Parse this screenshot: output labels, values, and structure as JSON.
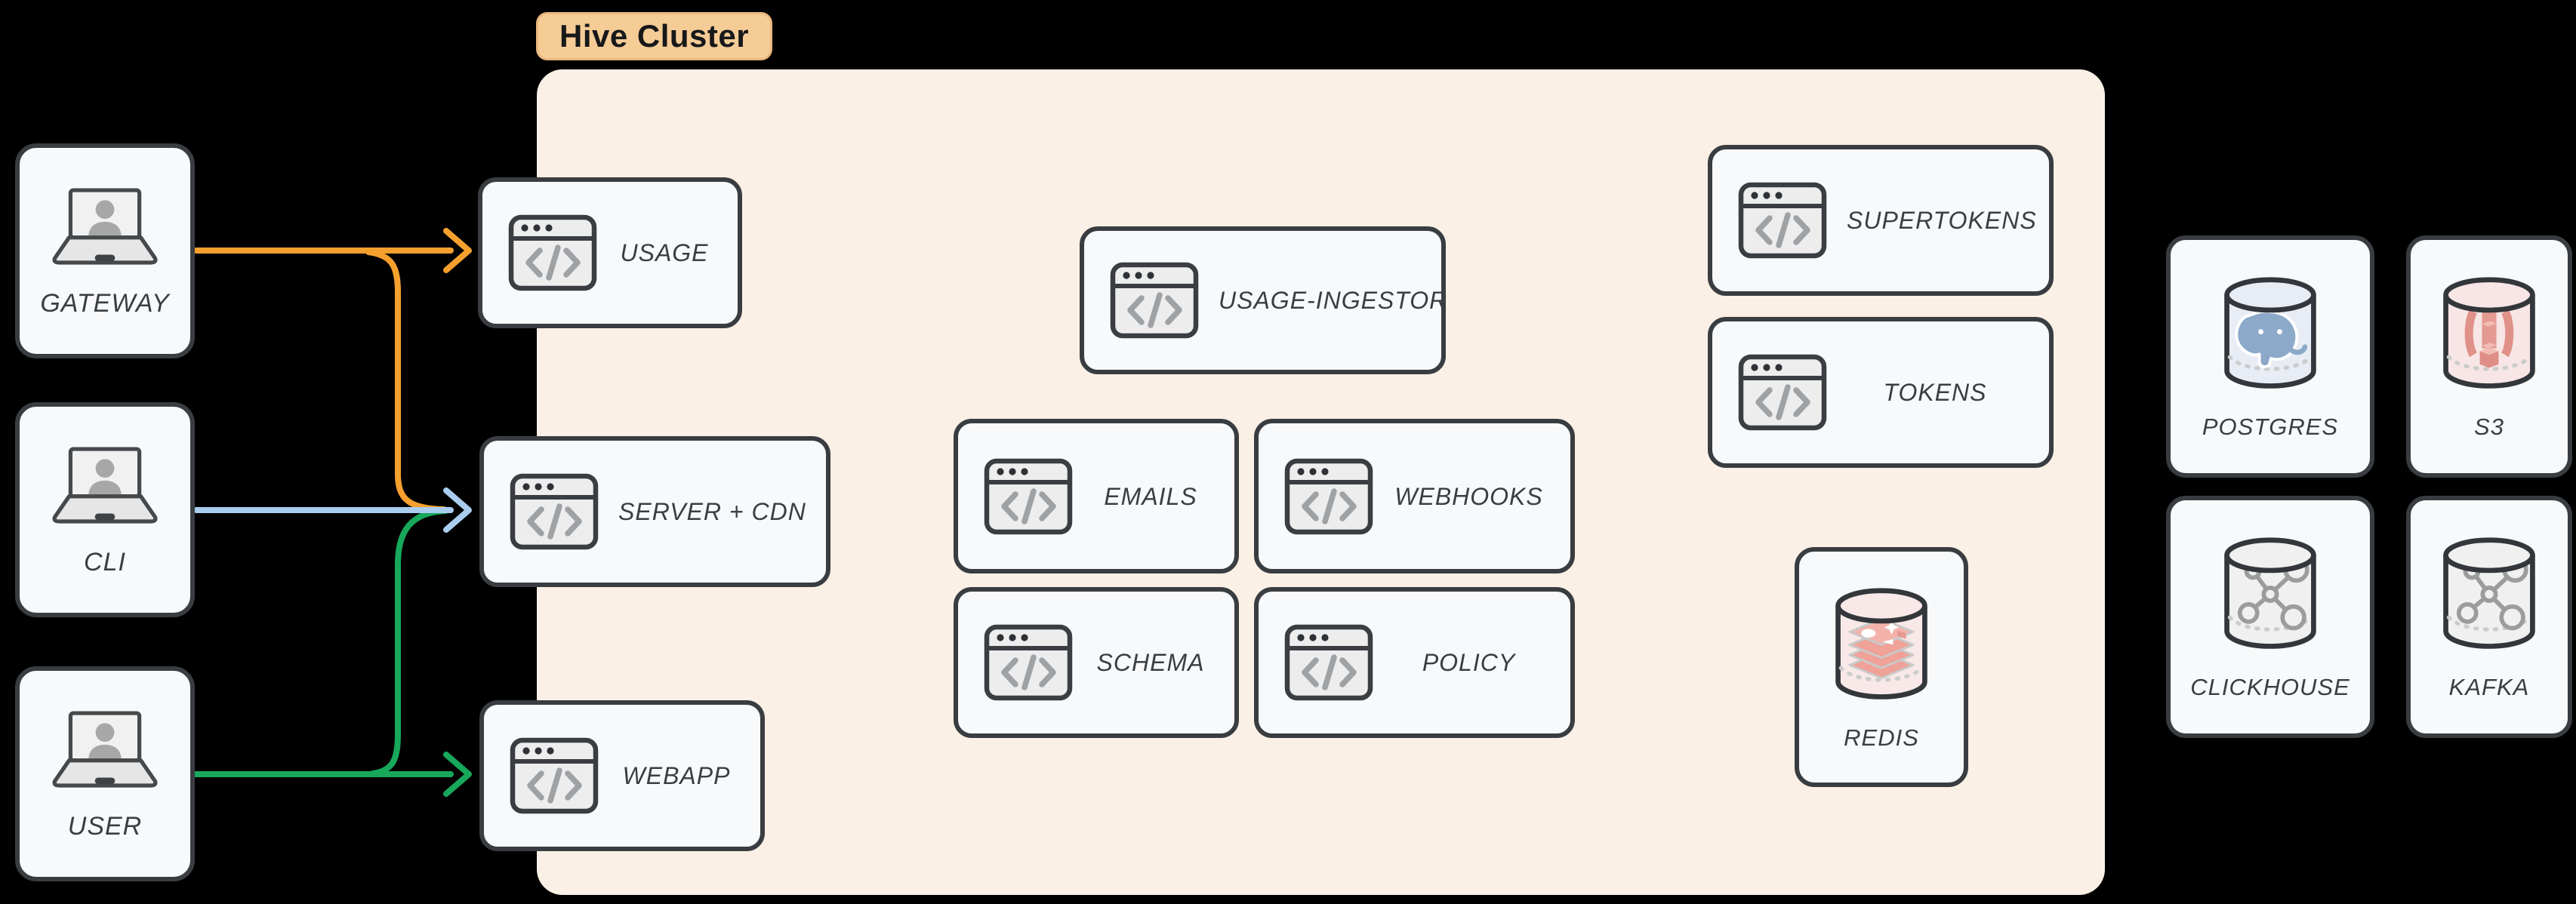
{
  "colors": {
    "edge_orange": "#F5A02E",
    "edge_blue": "#AACDEF",
    "edge_green": "#17A85B",
    "cluster_bg": "#FBF0E5",
    "badge_bg": "#F6CC96",
    "badge_border": "#EBB87E",
    "node_bg": "#F8F9FA",
    "node_border": "#393D41",
    "label_text": "#3A3E42",
    "icon_gray": "#9FA2A5",
    "postgres_blue": "#8CA9C9",
    "s3_red": "#E09188",
    "redis_pink": "#F0A198"
  },
  "cluster": {
    "badge_label": "Hive Cluster"
  },
  "nodes": [
    {
      "id": "gateway",
      "label": "GATEWAY",
      "icon": "laptop-user-icon",
      "group": "external-left"
    },
    {
      "id": "cli",
      "label": "CLI",
      "icon": "laptop-user-icon",
      "group": "external-left"
    },
    {
      "id": "user",
      "label": "USER",
      "icon": "laptop-user-icon",
      "group": "external-left"
    },
    {
      "id": "usage",
      "label": "USAGE",
      "icon": "code-window-icon",
      "group": "hive-cluster"
    },
    {
      "id": "server-cdn",
      "label": "SERVER + CDN",
      "icon": "code-window-icon",
      "group": "hive-cluster"
    },
    {
      "id": "webapp",
      "label": "WEBAPP",
      "icon": "code-window-icon",
      "group": "hive-cluster"
    },
    {
      "id": "usage-ingestor",
      "label": "USAGE-INGESTOR",
      "icon": "code-window-icon",
      "group": "hive-cluster"
    },
    {
      "id": "emails",
      "label": "EMAILS",
      "icon": "code-window-icon",
      "group": "hive-cluster"
    },
    {
      "id": "webhooks",
      "label": "WEBHOOKS",
      "icon": "code-window-icon",
      "group": "hive-cluster"
    },
    {
      "id": "schema",
      "label": "SCHEMA",
      "icon": "code-window-icon",
      "group": "hive-cluster"
    },
    {
      "id": "policy",
      "label": "POLICY",
      "icon": "code-window-icon",
      "group": "hive-cluster"
    },
    {
      "id": "supertokens",
      "label": "SUPERTOKENS",
      "icon": "code-window-icon",
      "group": "hive-cluster"
    },
    {
      "id": "tokens",
      "label": "TOKENS",
      "icon": "code-window-icon",
      "group": "hive-cluster"
    },
    {
      "id": "redis",
      "label": "REDIS",
      "icon": "redis-db-icon",
      "group": "hive-cluster"
    },
    {
      "id": "postgres",
      "label": "POSTGRES",
      "icon": "postgres-db-icon",
      "group": "external-right"
    },
    {
      "id": "s3",
      "label": "S3",
      "icon": "s3-db-icon",
      "group": "external-right"
    },
    {
      "id": "clickhouse",
      "label": "CLICKHOUSE",
      "icon": "network-db-icon",
      "group": "external-right"
    },
    {
      "id": "kafka",
      "label": "KAFKA",
      "icon": "network-db-icon",
      "group": "external-right"
    }
  ],
  "edges": [
    {
      "from": "gateway",
      "to": "usage",
      "color": "edge_orange"
    },
    {
      "from": "gateway",
      "to": "server-cdn",
      "color": "edge_orange"
    },
    {
      "from": "cli",
      "to": "server-cdn",
      "color": "edge_blue"
    },
    {
      "from": "user",
      "to": "webapp",
      "color": "edge_green"
    },
    {
      "from": "user",
      "to": "server-cdn",
      "color": "edge_green"
    }
  ]
}
